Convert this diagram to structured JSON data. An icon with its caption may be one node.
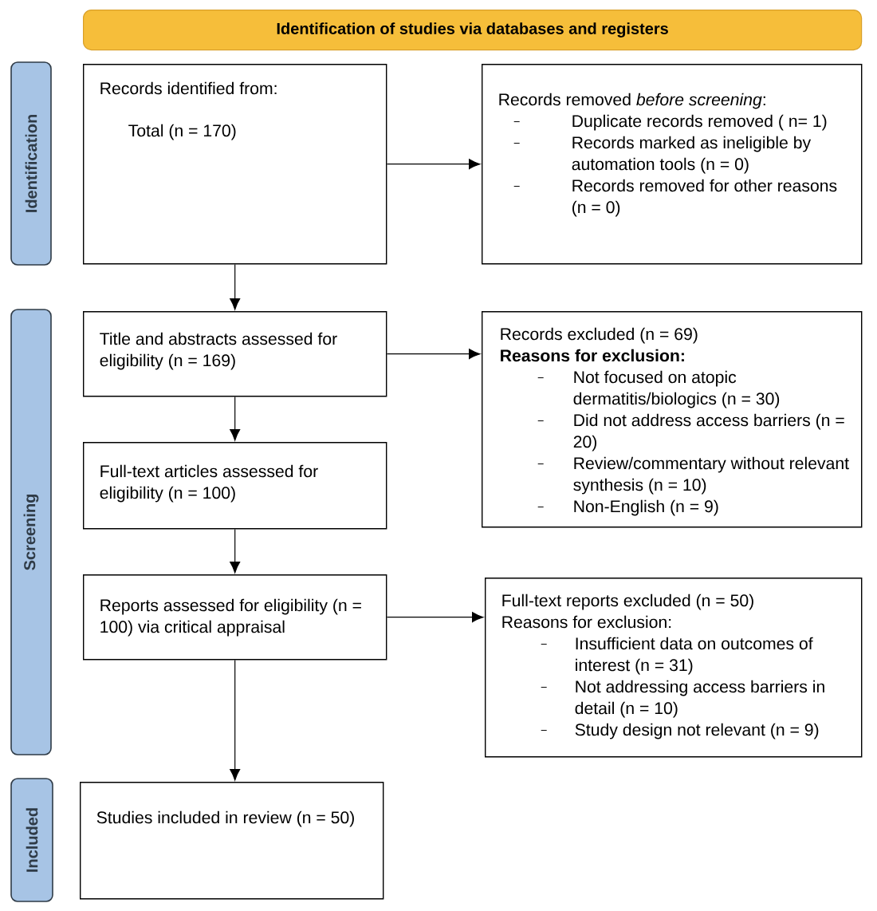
{
  "diagram": {
    "nodes": [
      {
        "text": [
          "Identification of studies via databases and registers"
        ]
      },
      {
        "text": [
          "Identification"
        ]
      },
      {
        "text": [
          "Screening"
        ]
      },
      {
        "text": [
          "Included"
        ]
      },
      {
        "text": [
          "Records identified from:",
          "Total (n = 170)"
        ]
      },
      {
        "text": [
          "Records removed *before screening*:",
          "Duplicate records removed  ( n= 1)",
          "Records marked as ineligible by automation tools (n = 0)",
          "Records removed for other reasons (n = 0)"
        ]
      },
      {
        "text": [
          "Title and abstracts assessed for eligibility (n = 169)"
        ]
      },
      {
        "text": [
          "Records excluded (n = 69)",
          "Reasons for exclusion:",
          "Not focused on atopic dermatitis/biologics (n = 30)",
          "Did not address access barriers (n = 20)",
          "Review/commentary without relevant synthesis (n = 10)",
          "Non-English (n = 9)"
        ]
      },
      {
        "text": [
          "Full-text articles assessed for eligibility (n = 100)"
        ]
      },
      {
        "text": [
          "Reports assessed for eligibility (n = 100) via critical appraisal"
        ]
      },
      {
        "text": [
          "Full-text reports excluded (n = 50)",
          "Reasons for exclusion:",
          "Insufficient data on outcomes of interest (n = 31)",
          "Not addressing access barriers in detail (n = 10)",
          "Study design not relevant (n = 9)"
        ]
      },
      {
        "text": [
          "Studies included in review (n = 50)"
        ]
      }
    ],
    "edges": [
      {
        "from": 4,
        "to": 5,
        "arrow": "to"
      },
      {
        "from": 4,
        "to": 6,
        "arrow": "to"
      },
      {
        "from": 6,
        "to": 7,
        "arrow": "to"
      },
      {
        "from": 6,
        "to": 8,
        "arrow": "to"
      },
      {
        "from": 8,
        "to": 9,
        "arrow": "to"
      },
      {
        "from": 9,
        "to": 10,
        "arrow": "to"
      },
      {
        "from": 9,
        "to": 11,
        "arrow": "to"
      }
    ]
  }
}
